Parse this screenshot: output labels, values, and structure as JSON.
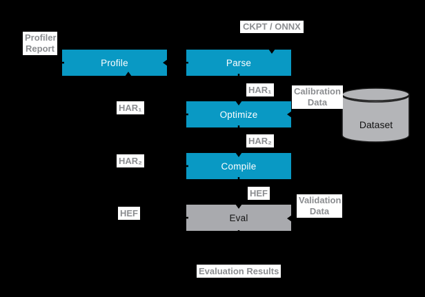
{
  "boxes": {
    "profile": "Profile",
    "parse": "Parse",
    "optimize": "Optimize",
    "compile": "Compile",
    "eval": "Eval"
  },
  "labels": {
    "ckpt_onnx": "CKPT / ONNX",
    "profiler_report": "Profiler\nReport",
    "har1": "HAR₁",
    "har2": "HAR₂",
    "hef": "HEF",
    "calibration_data": "Calibration\nData",
    "validation_data": "Validation\nData",
    "evaluation_results": "Evaluation Results",
    "dataset": "Dataset"
  },
  "colors": {
    "background": "#000000",
    "process_box": "#0999c4",
    "eval_box": "#a9aaae",
    "dataset_fill": "#b4b5b8",
    "label_bg": "#ffffff",
    "label_text": "#8b8d90",
    "box_text": "#ffffff",
    "arrow": "#000000"
  }
}
